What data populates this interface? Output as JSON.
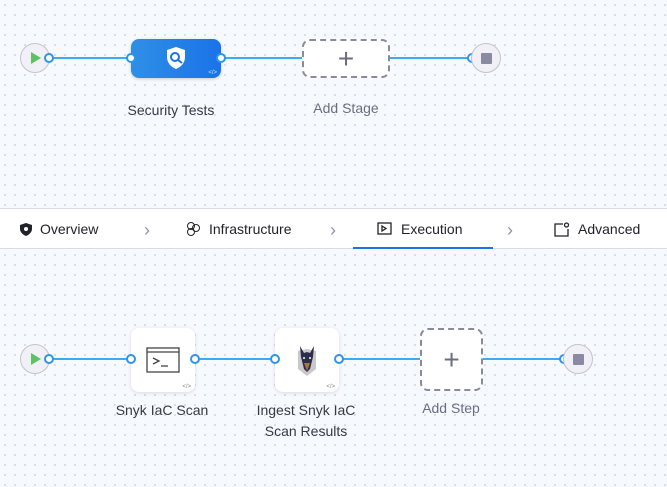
{
  "pipeline": {
    "stages": [
      {
        "label": "Security Tests",
        "icon": "shield-scan-icon"
      }
    ],
    "add_stage_label": "Add Stage"
  },
  "tabs": [
    {
      "label": "Overview",
      "icon": "shield-icon"
    },
    {
      "label": "Infrastructure",
      "icon": "infrastructure-icon"
    },
    {
      "label": "Execution",
      "icon": "execution-icon",
      "active": true
    },
    {
      "label": "Advanced",
      "icon": "advanced-settings-icon"
    }
  ],
  "execution": {
    "steps": [
      {
        "label": "Snyk IaC Scan",
        "icon": "terminal-icon"
      },
      {
        "label": "Ingest Snyk IaC Scan Results",
        "icon": "snyk-dog-icon"
      }
    ],
    "add_step_label": "Add Step"
  },
  "colors": {
    "accent": "#1a73e8",
    "connector": "#3dabf0",
    "start": "#5dc264"
  }
}
